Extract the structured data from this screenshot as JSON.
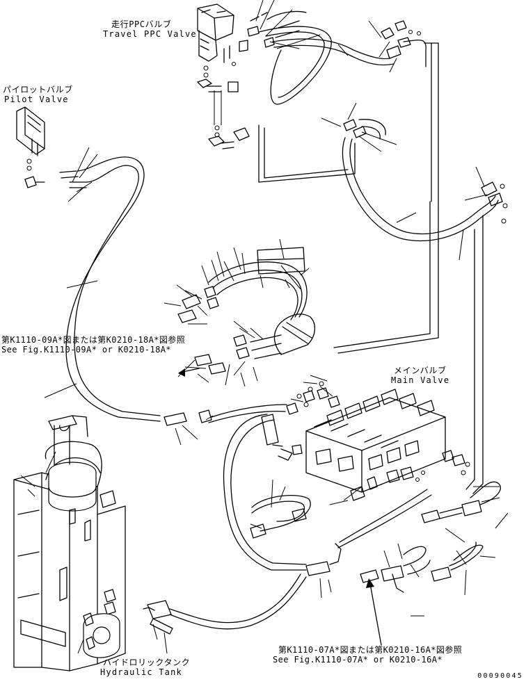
{
  "labels": {
    "travel_ppc_jp": "走行PPCバルブ",
    "travel_ppc_en": "Travel PPC Valve",
    "pilot_valve_jp": "パイロットバルブ",
    "pilot_valve_en": "Pilot Valve",
    "main_valve_jp": "メインバルブ",
    "main_valve_en": "Main Valve",
    "hydraulic_tank_jp": "ハイドロリックタンク",
    "hydraulic_tank_en": "Hydraulic Tank"
  },
  "references": {
    "upper_jp": "第K1110-09A*図または第K0210-18A*図参照",
    "upper_en": "See Fig.K1110-09A* or K0210-18A*",
    "lower_jp": "第K1110-07A*図または第K0210-16A*図参照",
    "lower_en": "See Fig.K1110-07A* or K0210-16A*"
  },
  "figure_number": "00090045"
}
